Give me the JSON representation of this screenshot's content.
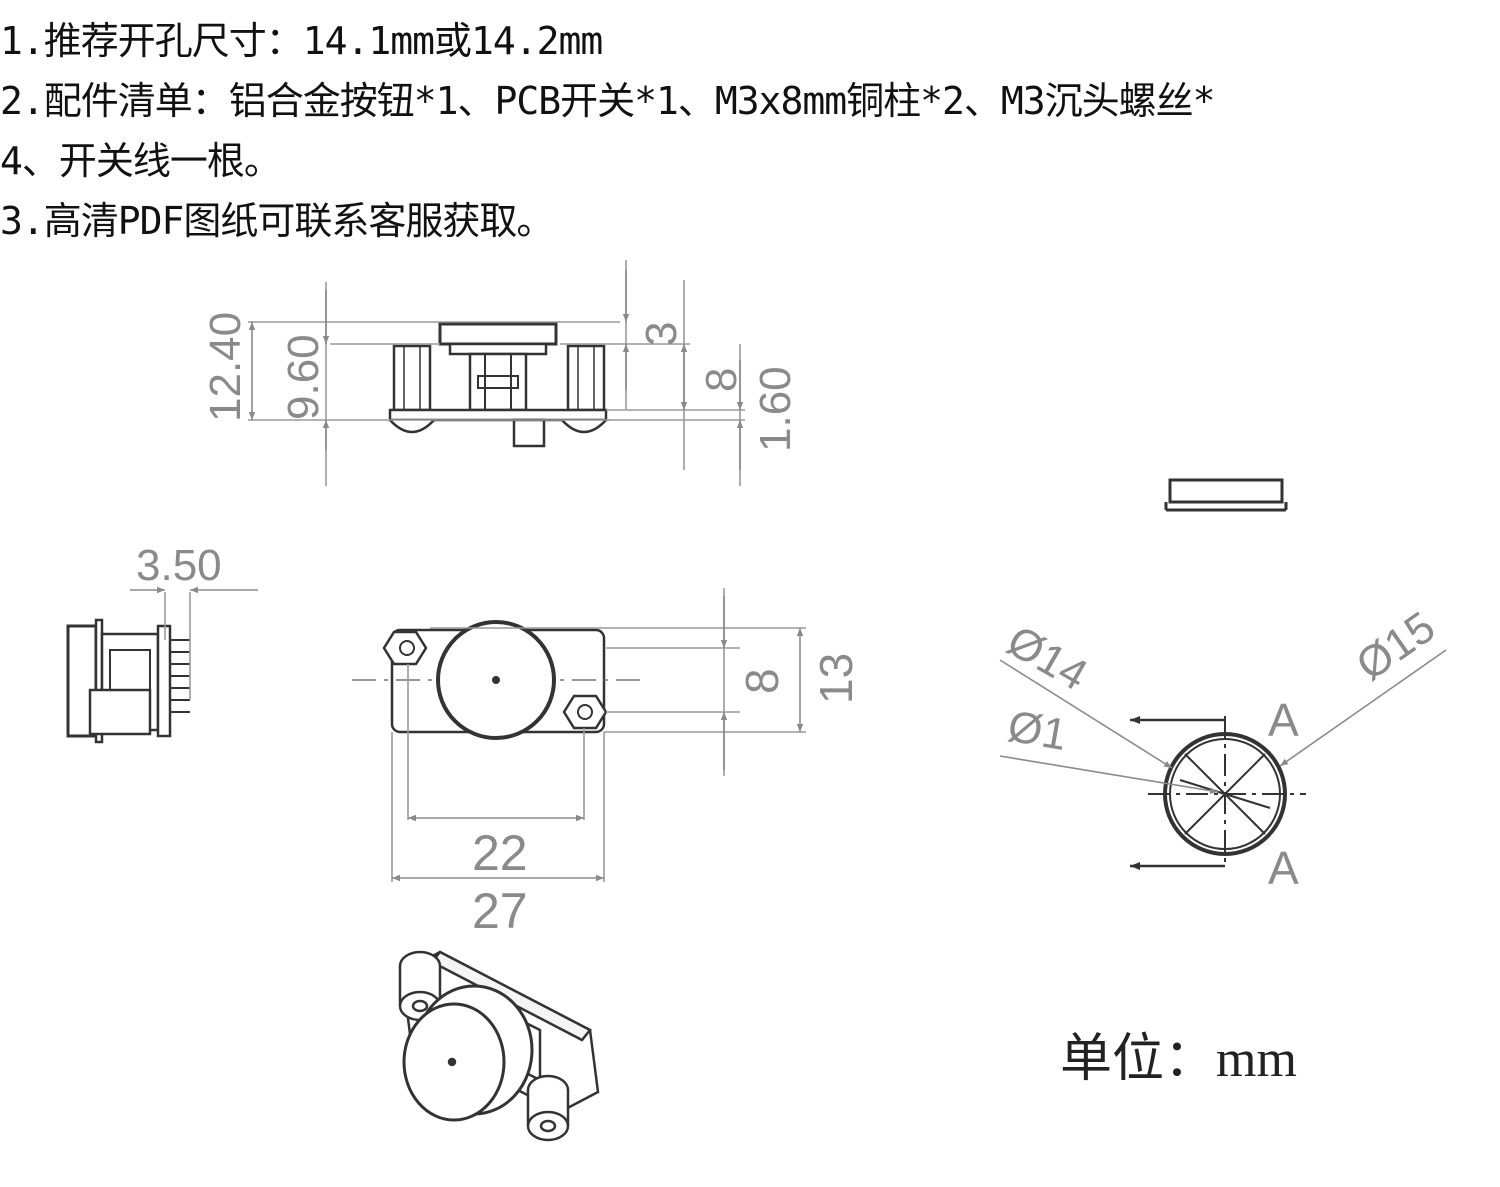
{
  "notes": [
    "1.推荐开孔尺寸：14.1mm或14.2mm",
    "2.配件清单：铝合金按钮*1、PCB开关*1、M3x8mm铜柱*2、M3沉头螺丝*",
    "4、开关线一根。",
    "3.高清PDF图纸可联系客服获取。"
  ],
  "dimensions": {
    "side_total_height": "12.40",
    "side_body_height": "9.60",
    "side_button_height": "3",
    "side_standoff_height": "8",
    "side_pcb_thickness": "1.60",
    "left_view_depth": "3.50",
    "front_standoff_spacing": "8",
    "front_board_width": "13",
    "front_hole_spacing": "22",
    "front_board_length": "27",
    "detail_button_dia": "Ø14",
    "detail_hole_dia": "Ø1",
    "detail_outer_dia": "Ø15",
    "section_label_top": "A",
    "section_label_bottom": "A"
  },
  "unit_label": "单位：mm"
}
